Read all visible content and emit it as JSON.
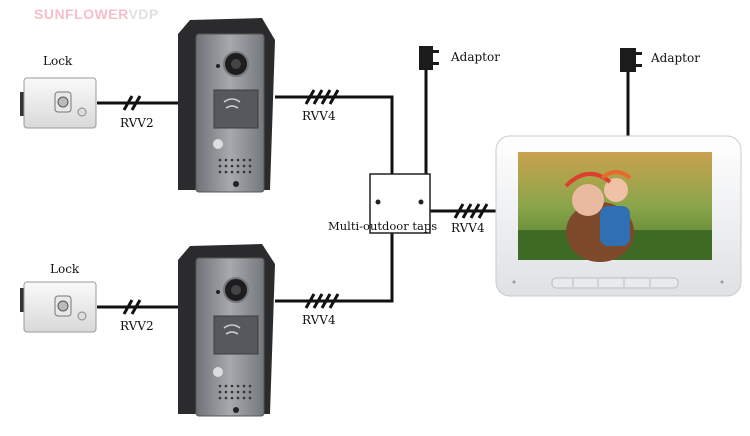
{
  "watermark": {
    "brand": "SUNFLOWER",
    "suffix": "VDP",
    "brand_color": "#f08a9a",
    "suffix_color": "#c8c8c8"
  },
  "labels": {
    "lock_top": "Lock",
    "lock_bottom": "Lock",
    "cable_lock_top": "RVV2",
    "cable_lock_bottom": "RVV2",
    "cable_door_top": "RVV4",
    "cable_door_bottom": "RVV4",
    "cable_monitor": "RVV4",
    "adaptor_left": "Adaptor",
    "adaptor_right": "Adaptor",
    "taps": "Multi-outdoor taps"
  },
  "colors": {
    "wire": "#111111",
    "panel": "#8a8d92",
    "housing": "#2b2b2e",
    "monitor": "#f2f3f5"
  },
  "icons": {
    "lock": "door-lock-icon",
    "door_station": "door-camera-icon",
    "adaptor": "power-adaptor-icon",
    "monitor": "video-monitor-icon"
  }
}
